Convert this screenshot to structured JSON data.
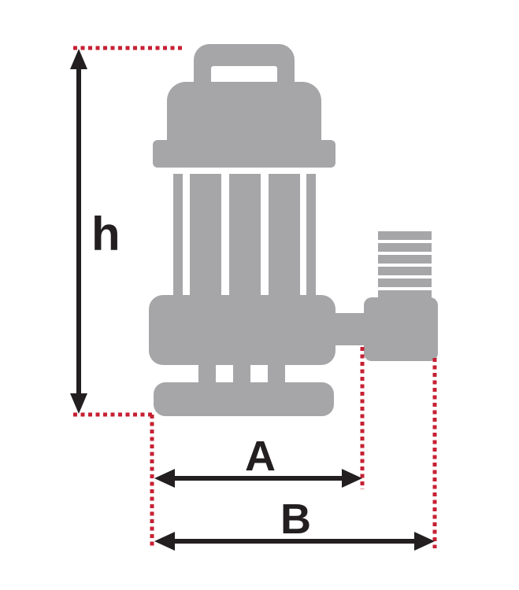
{
  "diagram": {
    "type": "technical-dimension-drawing",
    "subject": "submersible-pump",
    "labels": {
      "height": "h",
      "width_a": "A",
      "width_b": "B"
    }
  },
  "colors": {
    "pump_body": "#a6a6a9",
    "dimension_black": "#231f20",
    "extension_red": "#c62033",
    "background": "#ffffff"
  }
}
